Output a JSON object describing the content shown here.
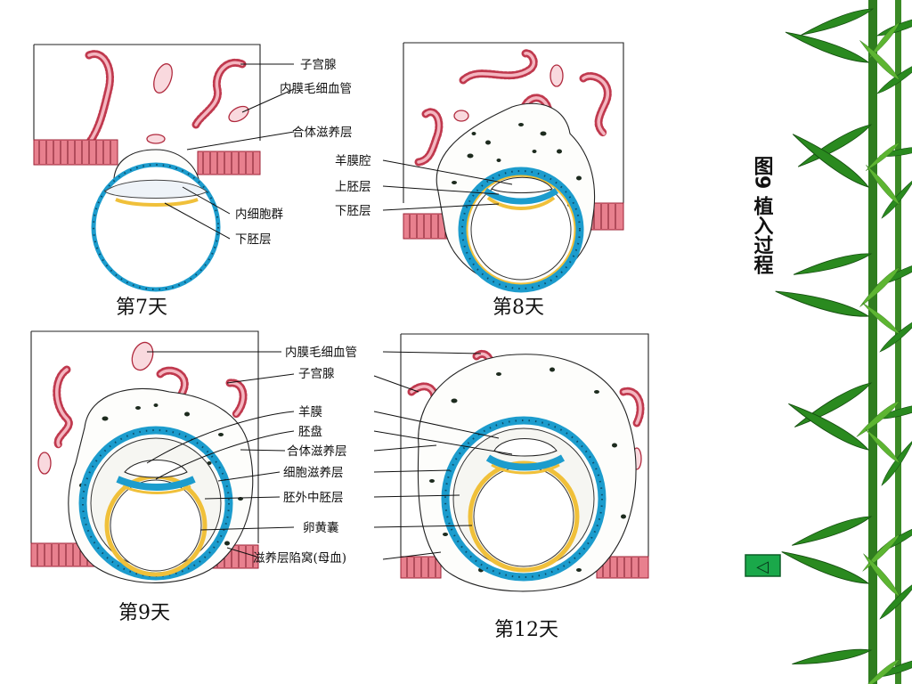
{
  "slide": {
    "title_vertical": "图9  植入过程",
    "nav_button_glyph": "◁"
  },
  "panels": {
    "day7": {
      "caption": "第7天",
      "labels": [
        "子宫腺",
        "内膜毛细血管",
        "合体滋养层",
        "内细胞群",
        "下胚层"
      ]
    },
    "day8": {
      "caption": "第8天",
      "labels": [
        "羊膜腔",
        "上胚层",
        "下胚层"
      ]
    },
    "day9": {
      "caption": "第9天",
      "labels": [
        "内膜毛细血管",
        "子宫腺",
        "羊膜",
        "胚盘",
        "合体滋养层",
        "细胞滋养层",
        "胚外中胚层",
        "卵黄囊",
        "滋养层陷窝(母血)"
      ]
    },
    "day12": {
      "caption": "第12天"
    }
  },
  "colors": {
    "gland": "#c0394e",
    "cytotrophoblast": "#1c9ccd",
    "yolk": "#f0c03a",
    "leaf_dark": "#1f6e18",
    "leaf_light": "#6cc23a",
    "nav_button": "#1aa84a"
  }
}
